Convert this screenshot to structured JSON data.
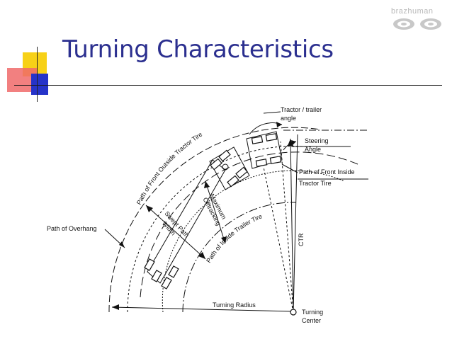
{
  "slide": {
    "title": "Turning Characteristics",
    "brand": "brazhuman"
  },
  "diagram": {
    "labels": {
      "tractor_trailer_angle_1": "Tractor / trailer",
      "tractor_trailer_angle_2": "angle",
      "steering_1": "Steering",
      "steering_2": "Angle",
      "front_outside": "Path of Front Outside Tractor Tire",
      "front_inside_1": "Path of Front Inside",
      "front_inside_2": "Tractor Tire",
      "max_offtracking_1": "Maximum",
      "max_offtracking_2": "Offtracking",
      "swept_path_1": "Swept Path",
      "swept_path_2": "Width",
      "inside_trailer": "Path of Inside Trailer Tire",
      "overhang": "Path of Overhang",
      "ctr": "CTR",
      "turning_radius": "Turning Radius",
      "turning_center_1": "Turning",
      "turning_center_2": "Center"
    }
  }
}
